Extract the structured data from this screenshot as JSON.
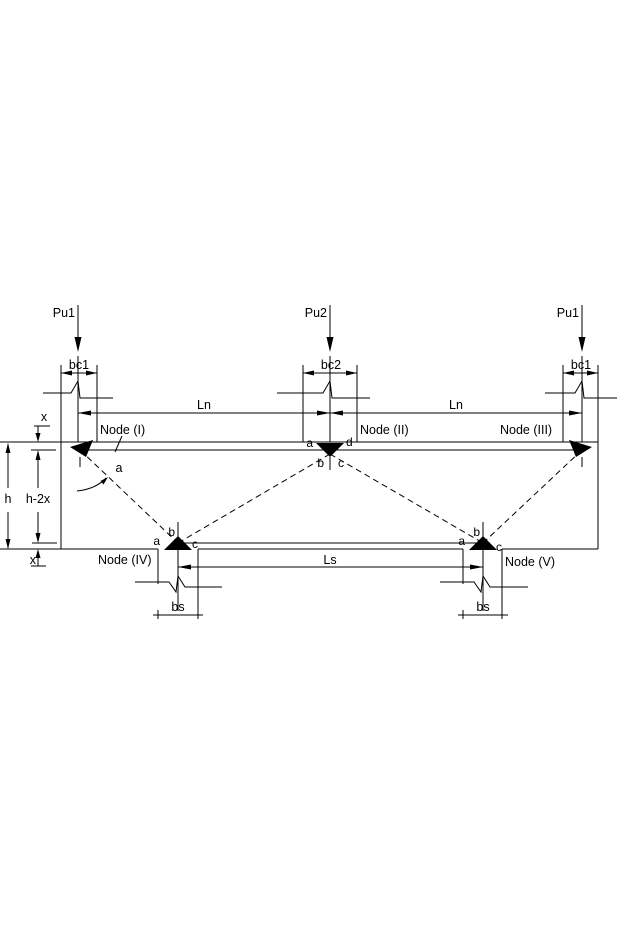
{
  "diagram": {
    "title_hint": "strut-and-tie-model",
    "colors": {
      "line": "#000000",
      "background": "#ffffff"
    },
    "loads": {
      "left": "Pu1",
      "middle": "Pu2",
      "right": "Pu1"
    },
    "dimensions": {
      "bc1_left": "bc1",
      "bc2": "bc2",
      "bc1_right": "bc1",
      "ln_left": "Ln",
      "ln_right": "Ln",
      "x_top": "x",
      "x_bottom": "x",
      "h": "h",
      "h_minus_2x": "h-2x",
      "ls": "Ls",
      "bs_left": "bs",
      "bs_right": "bs"
    },
    "nodes": {
      "node1": "Node (I)",
      "node2": "Node (II)",
      "node3": "Node (III)",
      "node4": "Node (IV)",
      "node5": "Node (V)"
    },
    "node2_corners": {
      "a": "a",
      "b": "b",
      "c": "c",
      "d": "d"
    },
    "node4_corners": {
      "a": "a",
      "b": "b",
      "c": "c"
    },
    "node5_corners": {
      "a": "a",
      "b": "b",
      "c": "c"
    },
    "angle_label": "a"
  }
}
